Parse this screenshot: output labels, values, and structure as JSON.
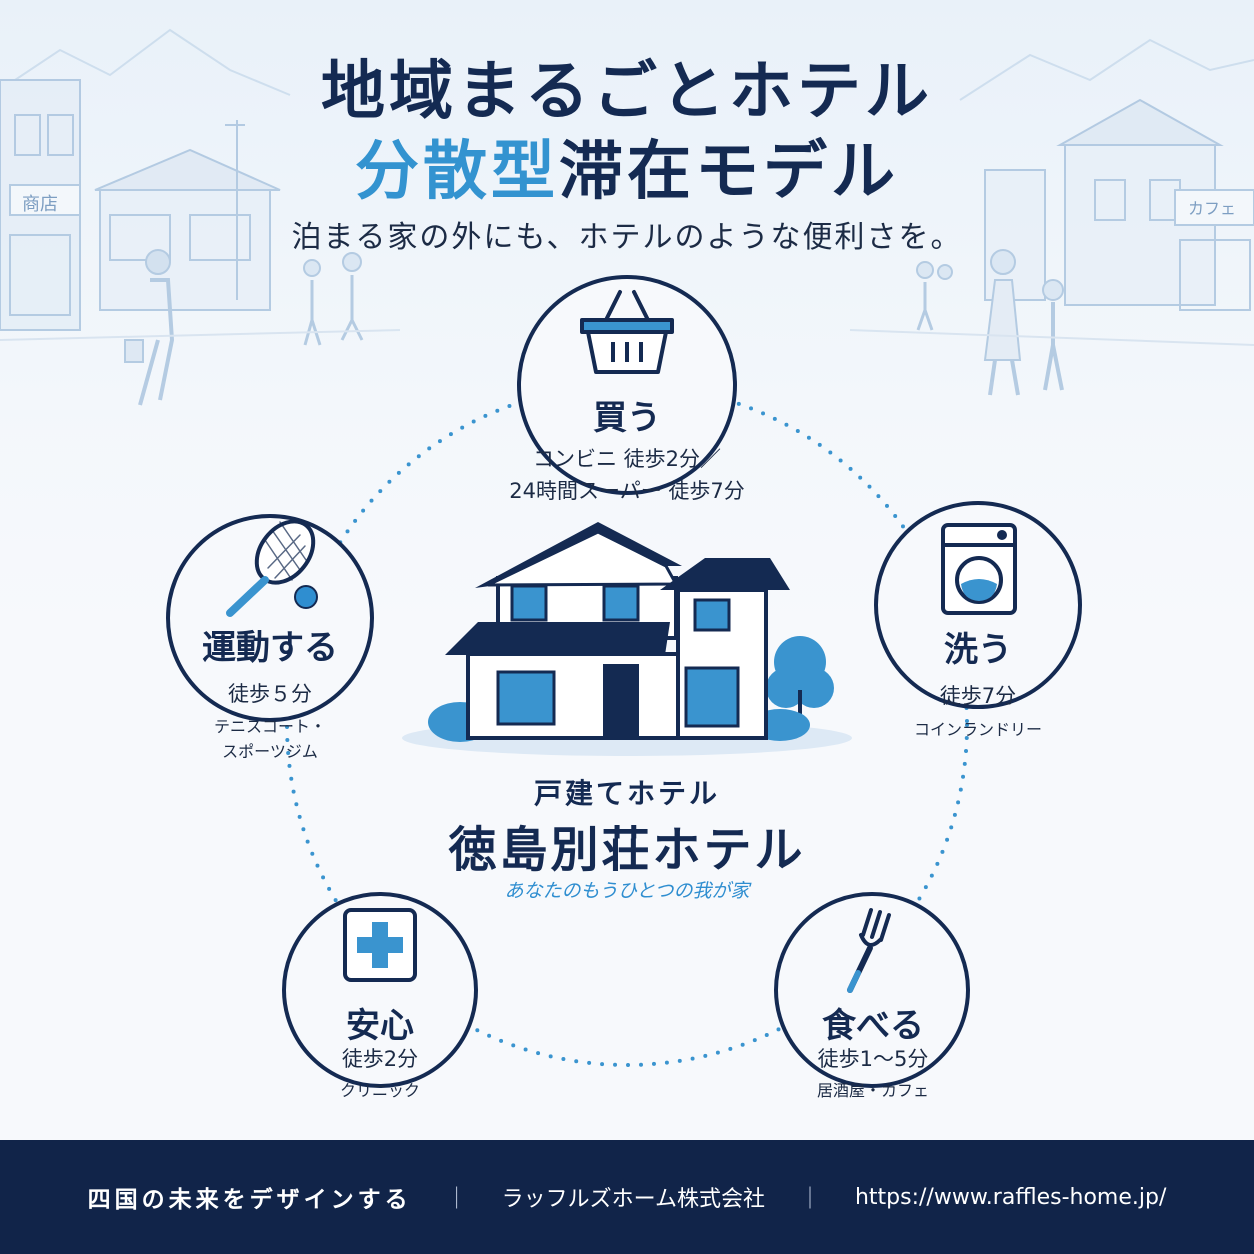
{
  "header": {
    "title_line1": "地域まるごとホテル",
    "title_line2_accent": "分散型",
    "title_line2_rest": "滞在モデル",
    "subtitle": "泊まる家の外にも、ホテルのような便利さを。"
  },
  "background": {
    "shop_sign_left": "商店",
    "shop_sign_right": "カフェ"
  },
  "center": {
    "label": "戸建てホテル",
    "name": "徳島別荘ホテル",
    "tagline": "あなたのもうひとつの我が家"
  },
  "features": {
    "buy": {
      "title": "買う",
      "line1": "コンビニ 徒歩2分／",
      "line2": "24時間スーパー 徒歩7分",
      "icon": "shopping-basket-icon"
    },
    "wash": {
      "title": "洗う",
      "line1": "徒歩7分",
      "line2": "コインランドリー",
      "icon": "washing-machine-icon"
    },
    "eat": {
      "title": "食べる",
      "line1": "徒歩1〜5分",
      "line2": "居酒屋・カフェ",
      "icon": "fork-icon"
    },
    "safe": {
      "title": "安心",
      "line1": "徒歩2分",
      "line2": "クリニック",
      "icon": "medical-cross-icon"
    },
    "sport": {
      "title": "運動する",
      "line1": "徒歩５分",
      "line2": "テニスコート・",
      "line3": "スポーツジム",
      "icon": "tennis-racket-icon"
    }
  },
  "footer": {
    "slogan": "四国の未来をデザインする",
    "separator": "｜",
    "company": "ラッフルズホーム株式会社",
    "url": "https://www.raffles-home.jp/"
  },
  "colors": {
    "navy": "#142a52",
    "accent_blue": "#3393d0",
    "footer_bg": "#112449"
  }
}
